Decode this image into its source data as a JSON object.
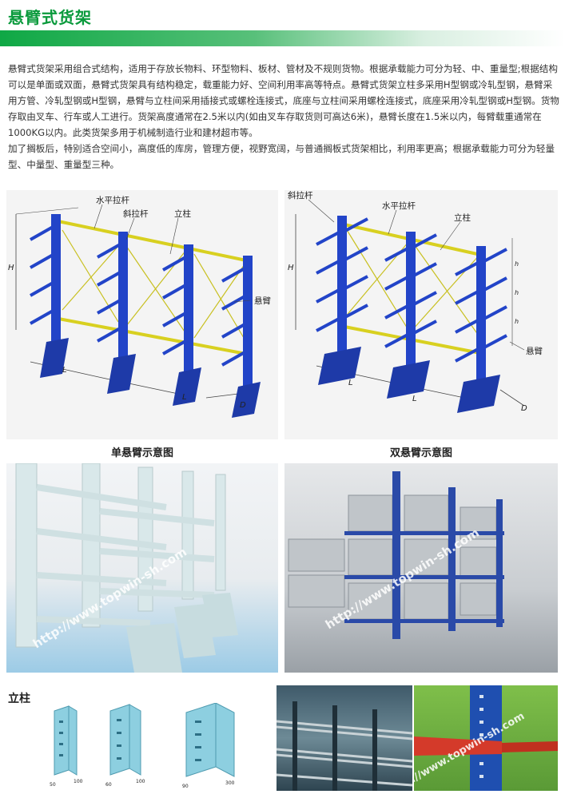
{
  "page": {
    "title": "悬臂式货架",
    "intro": [
      "悬臂式货架采用组合式结构，适用于存放长物料、环型物料、板材、管材及不规则货物。根据承载能力可分为轻、中、重量型;根据结构可以是单面或双面，悬臂式货架具有结构稳定，载重能力好、空间利用率高等特点。悬臂式货架立柱多采用H型钢或冷轧型钢，悬臂采用方管、冷轧型钢或H型钢，悬臂与立柱间采用插接式或螺栓连接式，底座与立柱间采用螺栓连接式，底座采用冷轧型钢或H型钢。货物存取由叉车、行车或人工进行。货架高度通常在2.5米以内(如由叉车存取货则可高达6米)，悬臂长度在1.5米以内，每臂载重通常在1000KG以内。此类货架多用于机械制造行业和建材超市等。",
      "加了搁板后，特别适合空间小，高度低的库房，管理方便，视野宽阔，与普通搁板式货架相比，利用率更高；根据承载能力可分为轻量型、中量型、重量型三种。"
    ]
  },
  "single_diagram": {
    "caption": "单悬臂示意图",
    "labels": {
      "horizontal_bar": "水平拉杆",
      "diagonal_bar": "斜拉杆",
      "column": "立柱",
      "cantilever": "悬臂",
      "height": "H",
      "length_1": "L",
      "length_2": "L",
      "depth": "D"
    }
  },
  "double_diagram": {
    "caption": "双悬臂示意图",
    "labels": {
      "diagonal_bar": "斜拉杆",
      "horizontal_bar": "水平拉杆",
      "column": "立柱",
      "cantilever": "悬臂",
      "height": "H",
      "length_1": "L",
      "length_2": "L",
      "depth": "D",
      "spacing": "h"
    }
  },
  "watermark": "http://www.topwin-sh.com",
  "column_section": {
    "label": "立柱",
    "profiles": [
      {
        "w": "50",
        "d": "100"
      },
      {
        "w": "60",
        "d": "100"
      },
      {
        "w": "90",
        "d": "300"
      }
    ]
  },
  "colors": {
    "title_green": "#0a9a3c",
    "rack_blue": "#2244c8",
    "tie_yellow": "#d8d020",
    "column_cyan": "#7ec6d8"
  }
}
